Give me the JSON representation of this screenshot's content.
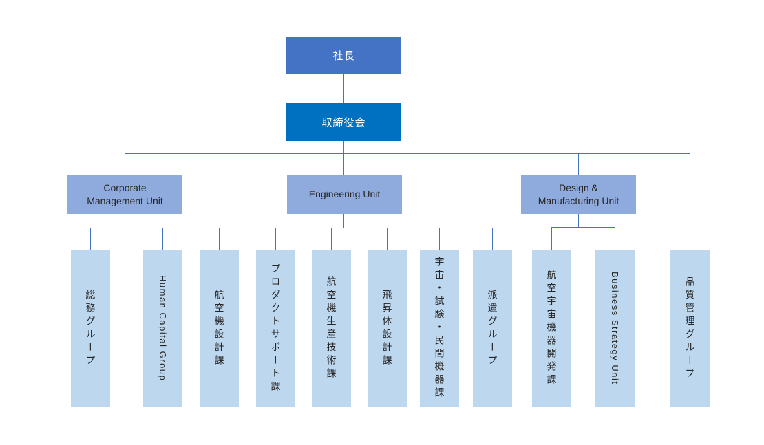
{
  "org_chart": {
    "title": "",
    "president": {
      "label": "社長"
    },
    "board": {
      "label": "取締役会"
    },
    "units": [
      {
        "id": "corporate-management",
        "label": "Corporate\nManagement Unit",
        "parent": "board"
      },
      {
        "id": "engineering",
        "label": "Engineering Unit",
        "parent": "board"
      },
      {
        "id": "design-manufacturing",
        "label": "Design &\nManufacturing Unit",
        "parent": "board"
      }
    ],
    "departments": [
      {
        "label": "総務グループ",
        "parent": "corporate-management"
      },
      {
        "label": "Human Capital Group",
        "parent": "corporate-management"
      },
      {
        "label": "航空機設計課",
        "parent": "engineering"
      },
      {
        "label": "プロダクトサポート課",
        "parent": "engineering"
      },
      {
        "label": "航空機生産技術課",
        "parent": "engineering"
      },
      {
        "label": "飛昇体設計課",
        "parent": "engineering"
      },
      {
        "label": "宇宙・試験・民間機器課",
        "parent": "engineering"
      },
      {
        "label": "派遣グループ",
        "parent": "engineering"
      },
      {
        "label": "航空宇宙機器開発課",
        "parent": "design-manufacturing"
      },
      {
        "label": "Business Strategy Unit",
        "parent": "design-manufacturing"
      },
      {
        "label": "品質管理グループ",
        "parent": "board"
      }
    ],
    "colors": {
      "president_fill": "#4472C4",
      "board_fill": "#0070C0",
      "unit_fill": "#8FAADC",
      "department_fill": "#BDD7EE",
      "connector": "#4472C4",
      "top_text": "#FFFFFF",
      "node_text": "#262626",
      "background": "#FFFFFF"
    }
  }
}
